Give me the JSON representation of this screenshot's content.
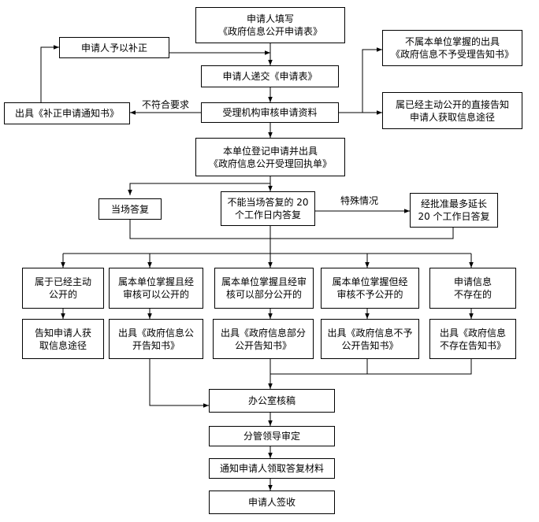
{
  "nodes": {
    "fill_form": [
      "申请人填写",
      "《政府信息公开申请表》"
    ],
    "supplement": [
      "申请人予以补正"
    ],
    "submit": [
      "申请人递交《申请表》"
    ],
    "correction_notice": [
      "出具《补正申请通知书》"
    ],
    "review": [
      "受理机构审核申请资料"
    ],
    "not_held": [
      "不属本单位掌握的出具",
      "《政府信息不予受理告知书》"
    ],
    "already_public": [
      "属已经主动公开的直接告知",
      "申请人获取信息途径"
    ],
    "register": [
      "本单位登记申请并出具",
      "《政府信息公开受理回执单》"
    ],
    "reply_now": [
      "当场答复"
    ],
    "reply_20": [
      "不能当场答复的 20",
      "个工作日内答复"
    ],
    "extend": [
      "经批准最多延长",
      "20 个工作日答复"
    ],
    "c1": [
      "属于已经主动",
      "公开的"
    ],
    "c2": [
      "属本单位掌握且经",
      "审核可以公开的"
    ],
    "c3": [
      "属本单位掌握且经审",
      "核可以部分公开的"
    ],
    "c4": [
      "属本单位掌握但经",
      "审核不予公开的"
    ],
    "c5": [
      "申请信息",
      "不存在的"
    ],
    "r1": [
      "告知申请人获",
      "取信息途径"
    ],
    "r2": [
      "出具《政府信息公",
      "开告知书》"
    ],
    "r3": [
      "出具《政府信息部分",
      "公开告知书》"
    ],
    "r4": [
      "出具《政府信息不予",
      "公开告知书》"
    ],
    "r5": [
      "出具《政府信息",
      "不存在告知书》"
    ],
    "office": [
      "办公室核稿"
    ],
    "leader": [
      "分管领导审定"
    ],
    "notify": [
      "通知申请人领取答复材料"
    ],
    "sign": [
      "申请人签收"
    ]
  },
  "edge_labels": {
    "not_meet": "不符合要求",
    "special": "特殊情况"
  }
}
